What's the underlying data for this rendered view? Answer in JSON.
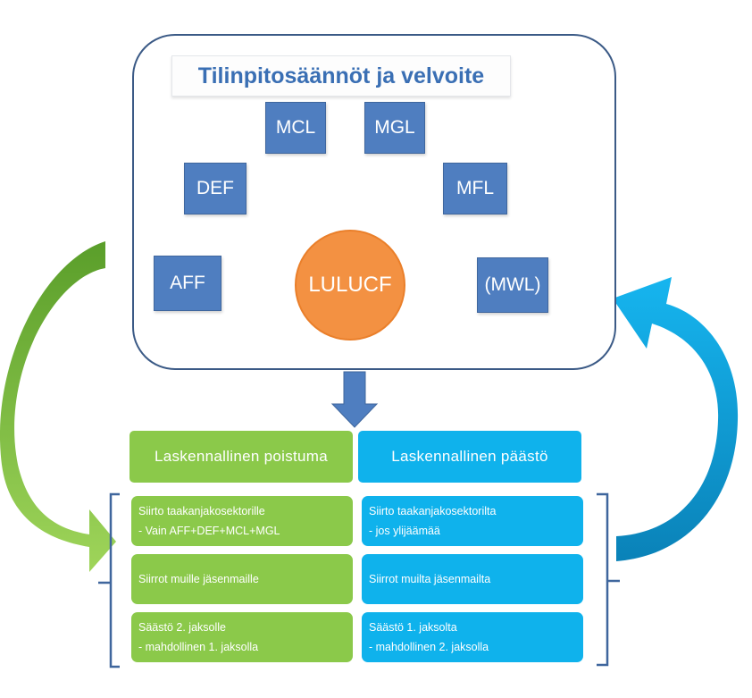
{
  "title": "Tilinpitosäännöt ja velvoite",
  "categories": {
    "aff": "AFF",
    "def": "DEF",
    "mcl": "MCL",
    "mgl": "MGL",
    "mfl": "MFL",
    "mwl": "(MWL)"
  },
  "center": "LULUCF",
  "columns": {
    "left_header": "Laskennallinen poistuma",
    "right_header": "Laskennallinen päästö"
  },
  "left_cells": [
    {
      "line1": "Siirto taakanjakosektorille",
      "line2": "- Vain AFF+DEF+MCL+MGL"
    },
    {
      "line1": "Siirrot muille jäsenmaille",
      "line2": ""
    },
    {
      "line1": "Säästö 2. jaksolle",
      "line2": "- mahdollinen 1. jaksolla"
    }
  ],
  "right_cells": [
    {
      "line1": "Siirto taakanjakosektorilta",
      "line2": "- jos ylijäämää"
    },
    {
      "line1": "Siirrot muilta jäsenmailta",
      "line2": ""
    },
    {
      "line1": "Säästö 1. jaksolta",
      "line2": "- mahdollinen 2. jaksolla"
    }
  ],
  "colors": {
    "category_blue": "#4f7ec0",
    "center_orange": "#f39142",
    "green": "#8bc94a",
    "cyan": "#0fb2ec",
    "frame": "#3b5a86",
    "arrow_light": "#b3c4dd"
  }
}
